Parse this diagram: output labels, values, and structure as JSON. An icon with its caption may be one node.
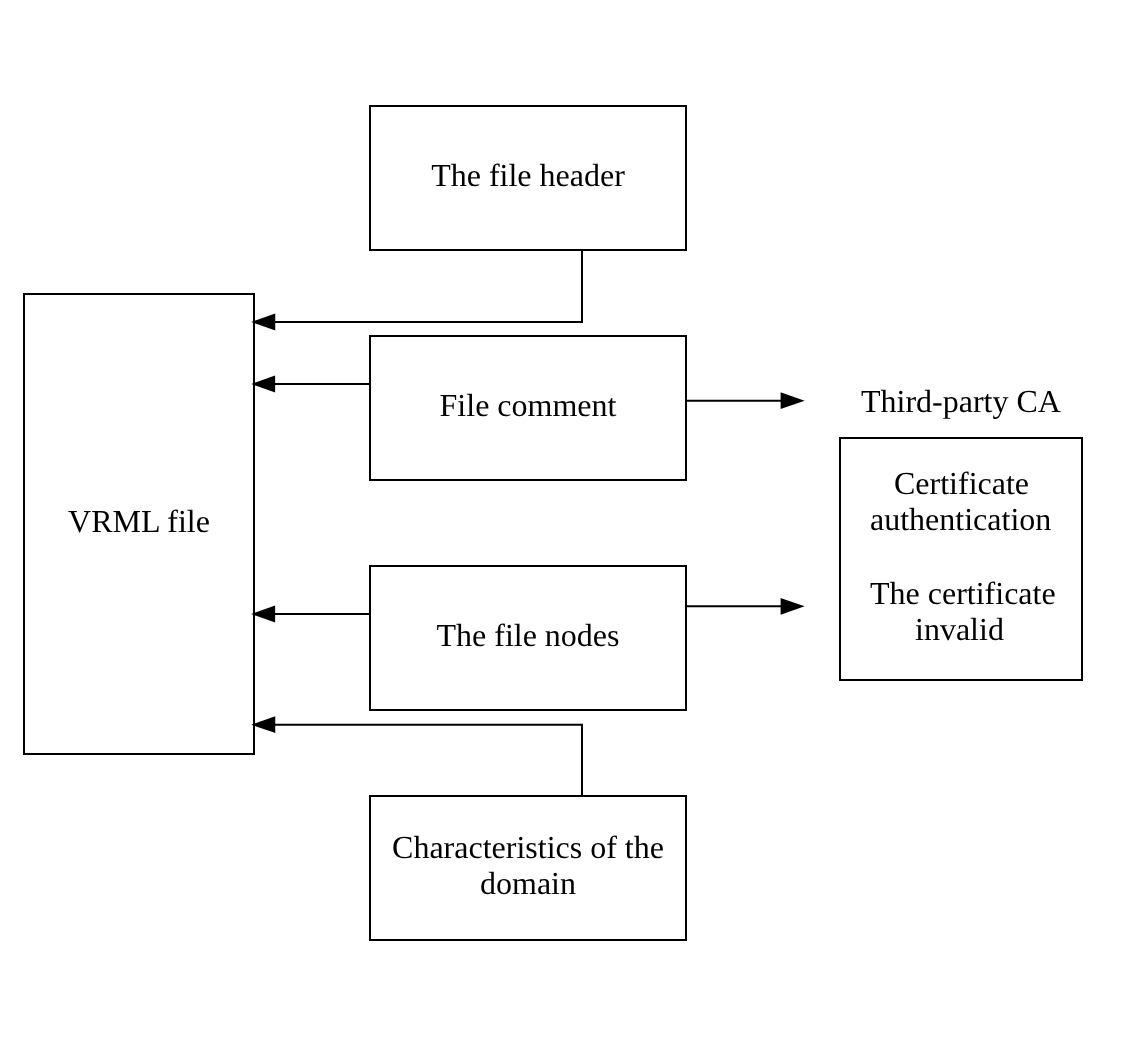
{
  "diagram": {
    "nodes": [
      {
        "text": [
          "VRML file"
        ]
      },
      {
        "text": [
          "The file header"
        ]
      },
      {
        "text": [
          "File comment"
        ]
      },
      {
        "text": [
          "The file nodes"
        ]
      },
      {
        "text": [
          "Characteristics of the domain"
        ]
      },
      {
        "text": [
          "Third-party CA",
          "Certificate authentication",
          "The certificate invalid"
        ]
      }
    ],
    "edges": [
      {
        "from": 1,
        "to": 0,
        "arrow": "to"
      },
      {
        "from": 2,
        "to": 0,
        "arrow": "to"
      },
      {
        "from": 3,
        "to": 0,
        "arrow": "to"
      },
      {
        "from": 4,
        "to": 0,
        "arrow": "to"
      },
      {
        "from": 2,
        "to": 5,
        "arrow": "to"
      },
      {
        "from": 3,
        "to": 5,
        "arrow": "to"
      }
    ]
  }
}
